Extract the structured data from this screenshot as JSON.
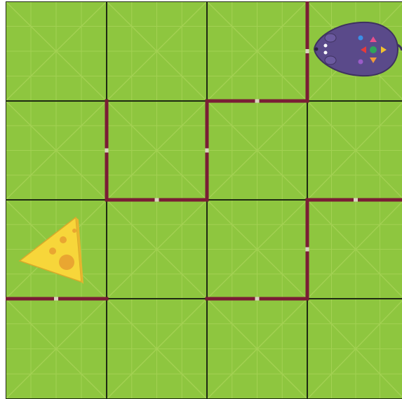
{
  "board": {
    "rows": 4,
    "cols": 4,
    "colors": {
      "mat": "#8ec63f",
      "mat_light": "#a3d153",
      "grid_line": "#1f2a12",
      "wall": "#7a1d35",
      "cheese": "#f7d63a",
      "cheese_hole": "#e9a631",
      "mouse_body": "#5a4a8a"
    },
    "walls": [
      {
        "id": "wall-r0c2-right",
        "orientation": "vertical",
        "row": 0,
        "col": 2
      },
      {
        "id": "wall-r0c2-bottom",
        "orientation": "horizontal",
        "row": 0,
        "col": 2
      },
      {
        "id": "wall-r1c1-left",
        "orientation": "vertical",
        "row": 1,
        "col": 0
      },
      {
        "id": "wall-r1c1-right",
        "orientation": "vertical",
        "row": 1,
        "col": 1
      },
      {
        "id": "wall-r1c1-bottom",
        "orientation": "horizontal",
        "row": 1,
        "col": 1
      },
      {
        "id": "wall-r2c3-top",
        "orientation": "horizontal",
        "row": 1,
        "col": 3
      },
      {
        "id": "wall-r2c3-left",
        "orientation": "vertical",
        "row": 2,
        "col": 2
      },
      {
        "id": "wall-r2c2-bottom",
        "orientation": "horizontal",
        "row": 2,
        "col": 2
      },
      {
        "id": "wall-r2c0-bottom",
        "orientation": "horizontal",
        "row": 2,
        "col": 0
      }
    ],
    "pieces": {
      "mouse": {
        "name": "robot-mouse",
        "row": 0,
        "col": 3,
        "facing": "left"
      },
      "cheese": {
        "name": "cheese",
        "row": 2,
        "col": 0
      }
    }
  }
}
